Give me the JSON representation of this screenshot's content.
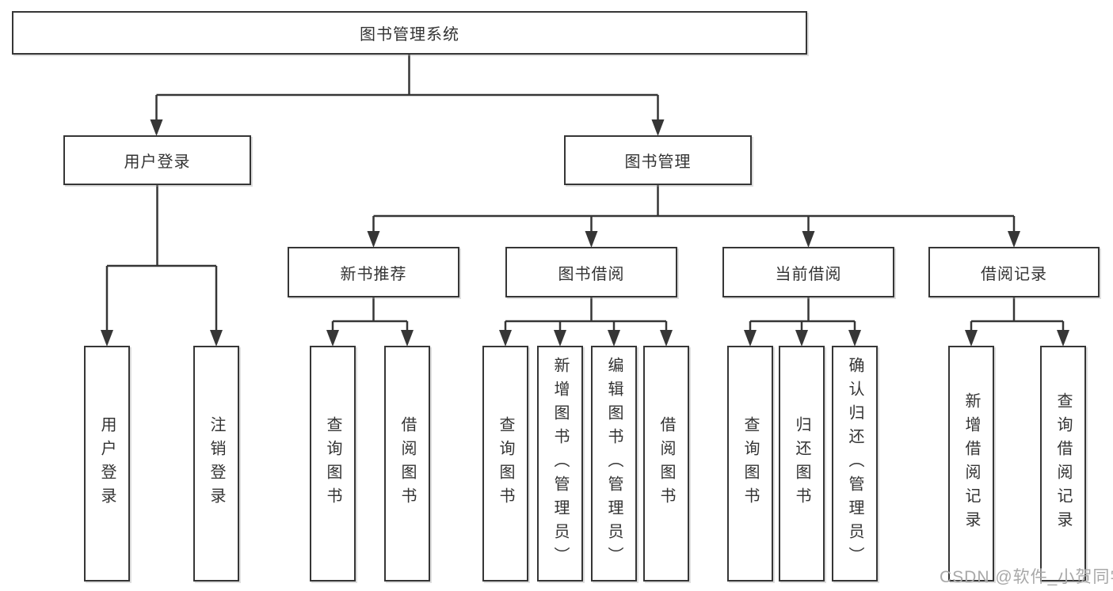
{
  "diagram": {
    "title": "图书管理系统",
    "watermark": "CSDN @软件_小贺同学",
    "colors": {
      "line": "#363636",
      "box_border": "#363636",
      "box_background": "#ffffff",
      "text": "#333333",
      "watermark": "#a8a8a8"
    },
    "level2": [
      {
        "label": "用户登录",
        "children": [
          "用户登录",
          "注销登录"
        ]
      },
      {
        "label": "图书管理"
      }
    ],
    "level3": [
      {
        "label": "新书推荐",
        "children": [
          "查询图书",
          "借阅图书"
        ]
      },
      {
        "label": "图书借阅",
        "children": [
          "查询图书",
          "新增图书（管理员）",
          "编辑图书（管理员）",
          "借阅图书"
        ]
      },
      {
        "label": "当前借阅",
        "children": [
          "查询图书",
          "归还图书",
          "确认归还（管理员）"
        ]
      },
      {
        "label": "借阅记录",
        "children": [
          "新增借阅记录",
          "查询借阅记录"
        ]
      }
    ]
  }
}
